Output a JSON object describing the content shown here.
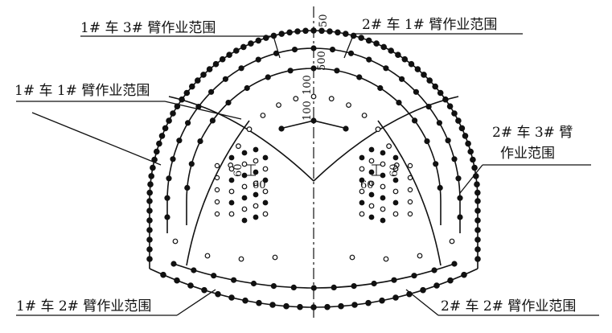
{
  "labels": {
    "car1_arm3": "1# 车 3# 臂作业范围",
    "car2_arm1": "2# 车 1# 臂作业范围",
    "car1_arm1": "1# 车 1# 臂作业范围",
    "car2_arm3_line1": "2# 车 3# 臂",
    "car2_arm3_line2": "作业范围",
    "car1_arm2": "1# 车 2# 臂作业范围",
    "car2_arm2": "2# 车 2# 臂作业范围"
  },
  "dimensions": {
    "d50": "50",
    "d500": "500",
    "d100a": "100",
    "d100b": "100",
    "d60_left_vertical": "60",
    "d60_left_horizontal": "60",
    "d60_right_vertical": "60",
    "d60_right_horizontal": "60"
  }
}
